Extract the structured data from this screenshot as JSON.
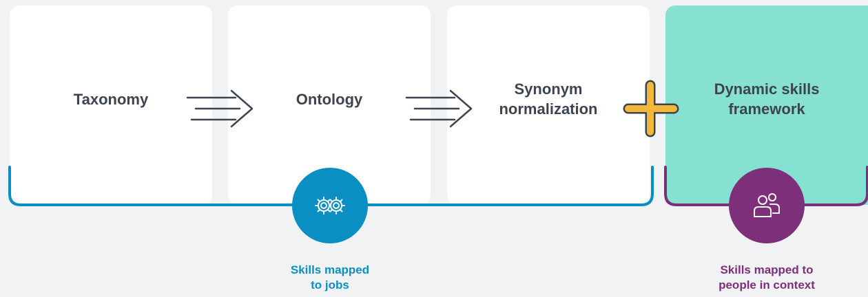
{
  "cards": [
    {
      "label": "Taxonomy"
    },
    {
      "label": "Ontology"
    },
    {
      "label": "Synonym\nnormalization"
    },
    {
      "label": "Dynamic skills\nframework"
    }
  ],
  "groups": [
    {
      "caption": "Skills mapped\nto jobs",
      "icon": "gears-icon",
      "color": "#0a8fc2"
    },
    {
      "caption": "Skills mapped to\npeople in context",
      "icon": "people-icon",
      "color": "#7e2f7a"
    }
  ],
  "connectors": {
    "arrow_icon": "arrow-right-icon",
    "plus_icon": "plus-icon",
    "plus_color": "#f2b83a"
  },
  "colors": {
    "card": "#ffffff",
    "highlight_card": "#86e1d3",
    "text": "#3d4450",
    "background": "#f1f2f4"
  }
}
